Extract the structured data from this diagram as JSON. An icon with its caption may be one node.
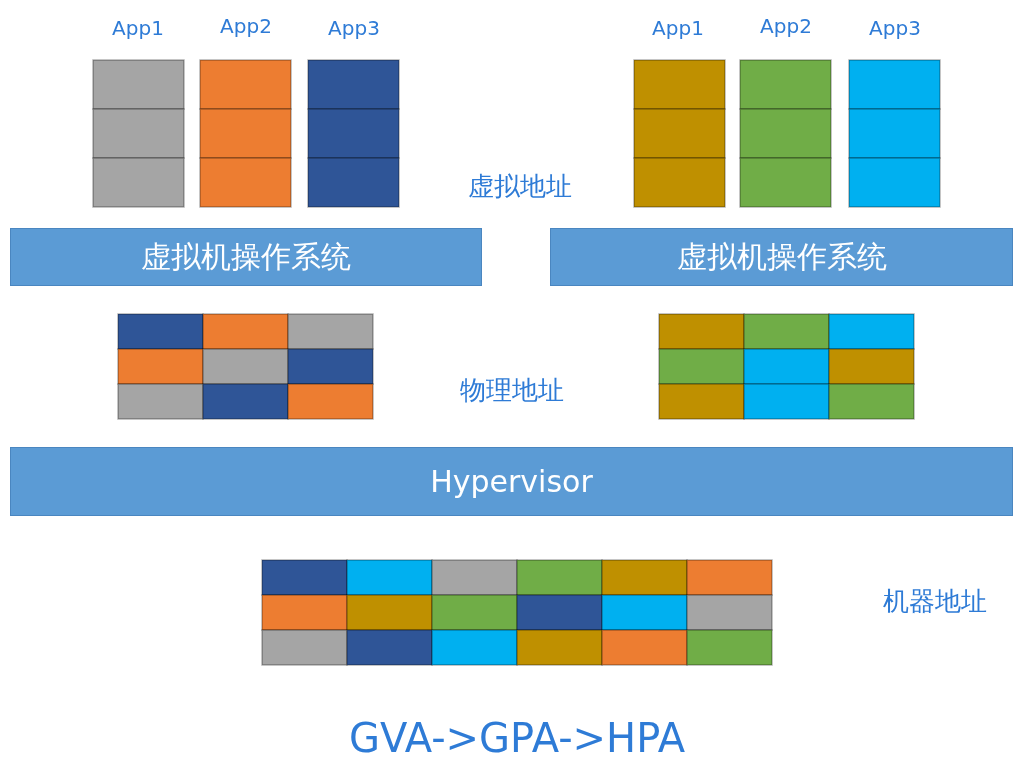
{
  "diagram": {
    "caption": "GVA->GPA->HPA",
    "nodes": [
      {
        "text": [
          "虚拟机操作系统"
        ]
      },
      {
        "text": [
          "虚拟机操作系统"
        ]
      },
      {
        "text": [
          "Hypervisor"
        ]
      }
    ],
    "labels": [
      "App1",
      "App2",
      "App3",
      "App1",
      "App2",
      "App3",
      "虚拟地址",
      "物理地址",
      "机器地址"
    ]
  }
}
